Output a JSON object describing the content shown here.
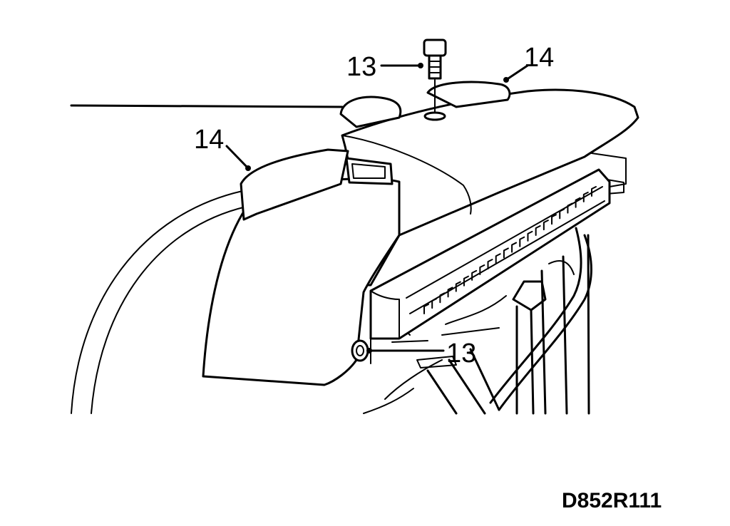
{
  "callouts": {
    "top_bolt": "13",
    "top_right_cover": "14",
    "left_cover": "14",
    "lower_bolt": "13"
  },
  "figure_code": "D852R111",
  "colors": {
    "ink": "#000000",
    "paper": "#ffffff"
  }
}
